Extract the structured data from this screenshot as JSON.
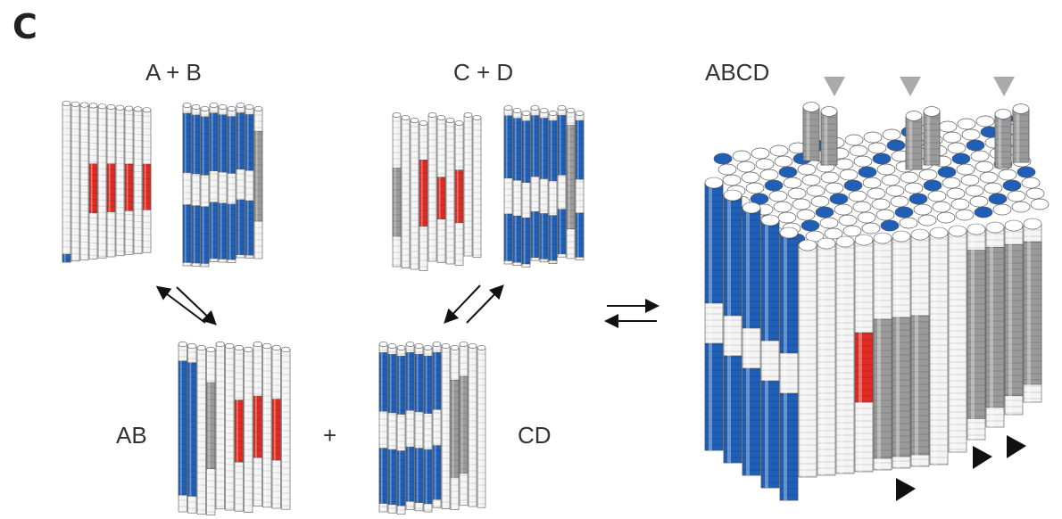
{
  "panel_letter": "C",
  "labels": {
    "a_plus_b": "A + B",
    "c_plus_d": "C + D",
    "abcd": "ABCD",
    "ab": "AB",
    "cd": "CD",
    "plus": "+"
  },
  "colors": {
    "white_cyl": "#f4f4f4",
    "blue_cyl": "#1f5fb8",
    "red_cyl": "#e02a22",
    "gray_cyl": "#9a9a9a",
    "outline": "#555555",
    "arrow": "#111111",
    "marker_gray": "#aaaaaa",
    "marker_black": "#111111"
  }
}
